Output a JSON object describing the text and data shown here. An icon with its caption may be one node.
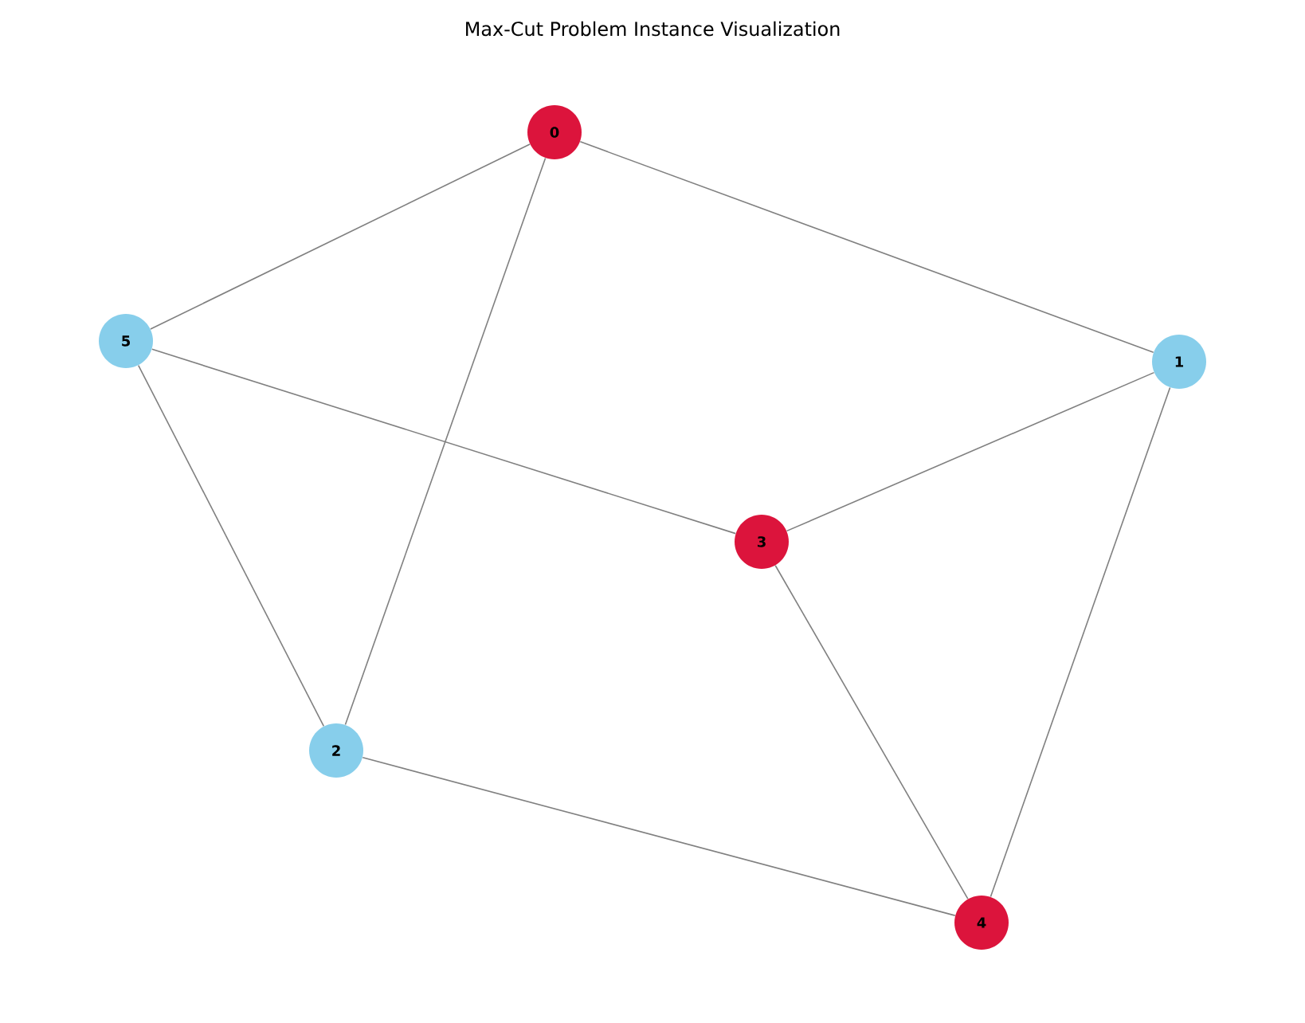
{
  "diagram": {
    "title": "Max-Cut Problem Instance Visualization",
    "nodes": [
      {
        "text": [
          "0"
        ]
      },
      {
        "text": [
          "1"
        ]
      },
      {
        "text": [
          "2"
        ]
      },
      {
        "text": [
          "3"
        ]
      },
      {
        "text": [
          "4"
        ]
      },
      {
        "text": [
          "5"
        ]
      }
    ],
    "edges": [
      {
        "from": 0,
        "to": 5,
        "arrow": "none"
      },
      {
        "from": 0,
        "to": 2,
        "arrow": "none"
      },
      {
        "from": 0,
        "to": 1,
        "arrow": "none"
      },
      {
        "from": 5,
        "to": 3,
        "arrow": "none"
      },
      {
        "from": 5,
        "to": 2,
        "arrow": "none"
      },
      {
        "from": 1,
        "to": 3,
        "arrow": "none"
      },
      {
        "from": 1,
        "to": 4,
        "arrow": "none"
      },
      {
        "from": 3,
        "to": 4,
        "arrow": "none"
      },
      {
        "from": 2,
        "to": 4,
        "arrow": "none"
      }
    ]
  }
}
